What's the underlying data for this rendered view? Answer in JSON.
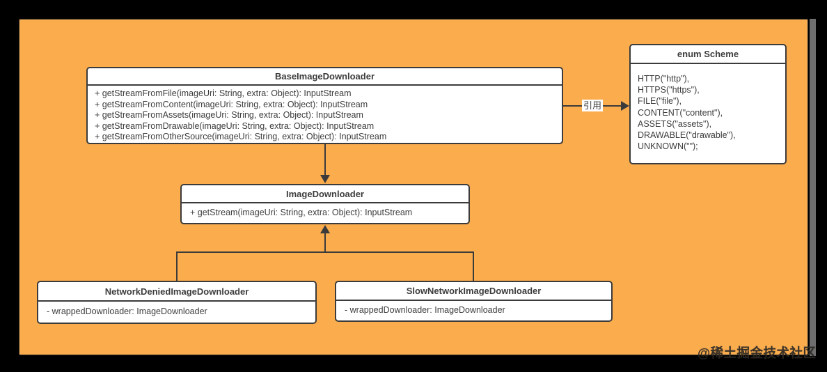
{
  "diagram": {
    "colors": {
      "canvas_background": "#000000",
      "panel_background": "#FBAD4E",
      "node_fill": "#FFFFFF",
      "node_border": "#3B3B3B",
      "text": "#3C3C3C",
      "scrollbar": "#6E6E6E"
    },
    "classes": [
      {
        "name": "BaseImageDownloader",
        "members": [
          "+ getStreamFromFile(imageUri: String, extra: Object): InputStream",
          "+ getStreamFromContent(imageUri: String, extra: Object): InputStream",
          "+ getStreamFromAssets(imageUri: String, extra: Object): InputStream",
          "+ getStreamFromDrawable(imageUri: String, extra: Object): InputStream",
          "+ getStreamFromOtherSource(imageUri: String, extra: Object): InputStream"
        ]
      },
      {
        "name": "enum Scheme",
        "members": [
          "HTTP(\"http\"),",
          "HTTPS(\"https\"),",
          "FILE(\"file\"),",
          "CONTENT(\"content\"),",
          "ASSETS(\"assets\"),",
          "DRAWABLE(\"drawable\"),",
          "UNKNOWN(\"\");"
        ]
      },
      {
        "name": "ImageDownloader",
        "members": [
          "+ getStream(imageUri: String, extra: Object): InputStream"
        ]
      },
      {
        "name": "NetworkDeniedImageDownloader",
        "members": [
          "- wrappedDownloader: ImageDownloader"
        ]
      },
      {
        "name": "SlowNetworkImageDownloader",
        "members": [
          "- wrappedDownloader: ImageDownloader"
        ]
      }
    ],
    "edge_labels": {
      "reference": "引用"
    },
    "watermark": "@稀土掘金技术社区"
  }
}
